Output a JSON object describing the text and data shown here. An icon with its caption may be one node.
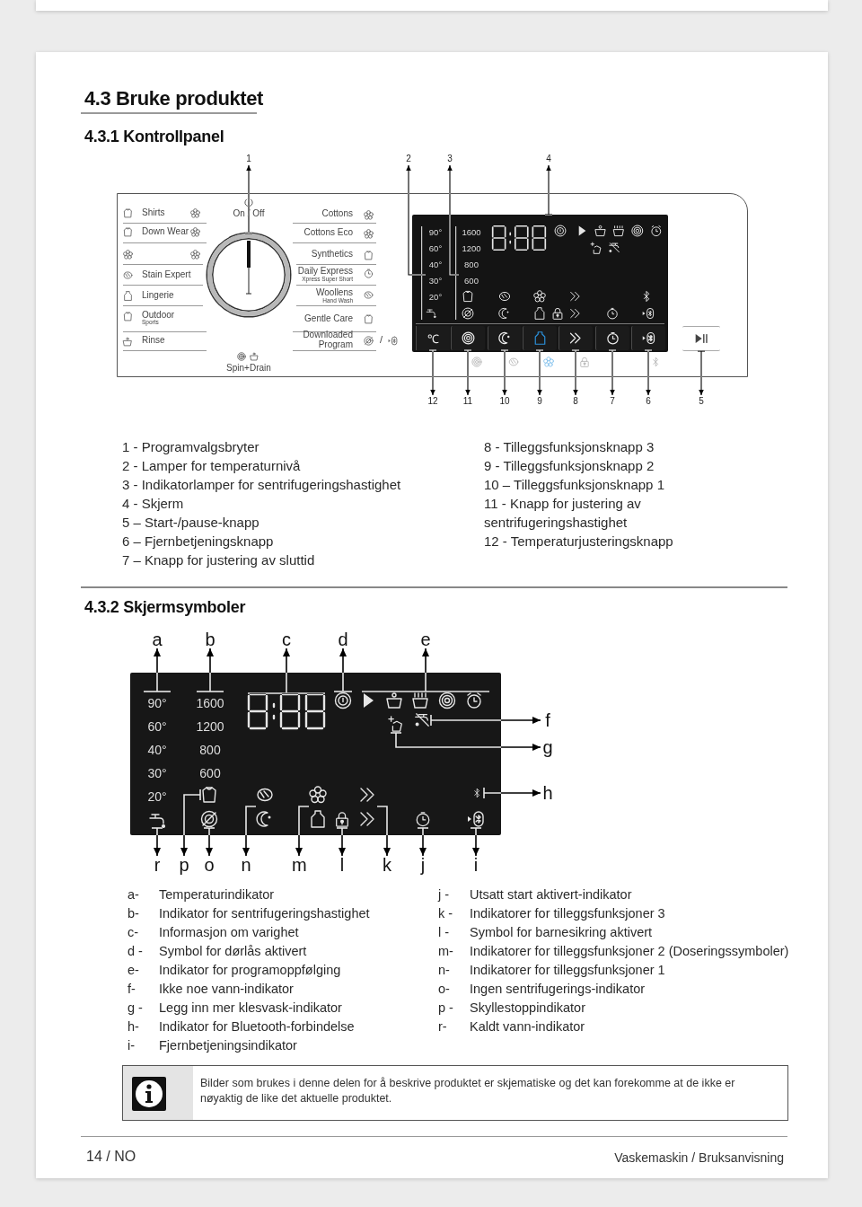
{
  "diagram": {
    "title": "4.3 Bruke produktet",
    "nodes": [
      {
        "text": [
          "1"
        ]
      },
      {
        "text": [
          "2"
        ]
      },
      {
        "text": [
          "3"
        ]
      },
      {
        "text": [
          "4"
        ]
      },
      {
        "text": [],
        "shape": "circle"
      },
      {
        "text": [],
        "shape": "box"
      },
      {
        "text": [
          "90°",
          "60°",
          "40°",
          "30°",
          "20°"
        ],
        "in": 5
      },
      {
        "text": [
          "1600",
          "1200",
          "800",
          "600"
        ],
        "in": 5
      },
      {
        "text": [
          "℃"
        ],
        "in": 5
      },
      {
        "text": [],
        "shape": "box",
        "in": 5
      },
      {
        "text": [],
        "shape": "box",
        "in": 5
      },
      {
        "text": [],
        "shape": "box",
        "in": 5
      },
      {
        "text": [],
        "shape": "box",
        "in": 5
      },
      {
        "text": [],
        "shape": "box",
        "in": 5
      },
      {
        "text": [],
        "shape": "box",
        "in": 5
      },
      {
        "text": [],
        "shape": "box"
      },
      {
        "text": [
          "12"
        ]
      },
      {
        "text": [
          "11"
        ]
      },
      {
        "text": [
          "10"
        ]
      },
      {
        "text": [
          "9"
        ]
      },
      {
        "text": [
          "8"
        ]
      },
      {
        "text": [
          "7"
        ]
      },
      {
        "text": [
          "6"
        ]
      },
      {
        "text": [
          "5"
        ]
      },
      {
        "text": [],
        "shape": "box"
      },
      {
        "text": [
          "90°",
          "60°",
          "40°",
          "30°",
          "20°"
        ],
        "in": 24
      },
      {
        "text": [
          "1600",
          "1200",
          "800",
          "600"
        ],
        "in": 24
      },
      {
        "text": [],
        "shape": "box",
        "in": 24
      },
      {
        "text": [],
        "shape": "icon",
        "in": 24
      },
      {
        "text": [],
        "shape": "icon",
        "in": 24
      },
      {
        "text": [],
        "shape": "icon",
        "in": 24
      },
      {
        "text": [],
        "shape": "icon",
        "in": 24
      },
      {
        "text": [],
        "shape": "icon",
        "in": 24
      },
      {
        "text": [],
        "shape": "icon",
        "in": 24
      },
      {
        "text": [],
        "shape": "icon",
        "in": 24
      },
      {
        "text": [],
        "shape": "icon",
        "in": 24
      },
      {
        "text": [],
        "shape": "icon",
        "in": 24
      },
      {
        "text": [],
        "shape": "icon",
        "in": 24
      },
      {
        "text": [],
        "shape": "icon",
        "in": 24
      },
      {
        "text": [],
        "shape": "icon",
        "in": 24
      },
      {
        "text": [],
        "shape": "icon",
        "in": 24
      },
      {
        "text": [],
        "shape": "icon",
        "in": 24
      },
      {
        "text": [
          "a"
        ]
      },
      {
        "text": [
          "b"
        ]
      },
      {
        "text": [
          "c"
        ]
      },
      {
        "text": [
          "d"
        ]
      },
      {
        "text": [
          "e"
        ]
      },
      {
        "text": [
          "f"
        ]
      },
      {
        "text": [
          "g"
        ]
      },
      {
        "text": [
          "h"
        ]
      },
      {
        "text": [
          "r"
        ]
      },
      {
        "text": [
          "p"
        ]
      },
      {
        "text": [
          "o"
        ]
      },
      {
        "text": [
          "n"
        ]
      },
      {
        "text": [
          "m"
        ]
      },
      {
        "text": [
          "l"
        ]
      },
      {
        "text": [
          "k"
        ]
      },
      {
        "text": [
          "j"
        ]
      },
      {
        "text": [
          "i"
        ]
      },
      {
        "text": [
          "Bilder som brukes i denne delen for å beskrive produktet er skjematiske og det kan forekomme at de ikke er nøyaktig de like det aktuelle produktet."
        ]
      }
    ],
    "edges": [
      {
        "from": 4,
        "to": 0,
        "arrow": "to"
      },
      {
        "from": 6,
        "to": 1,
        "arrow": "to"
      },
      {
        "from": 7,
        "to": 2,
        "arrow": "to"
      },
      {
        "from": 5,
        "to": 3,
        "arrow": "to"
      },
      {
        "from": 8,
        "to": 16,
        "arrow": "to"
      },
      {
        "from": 9,
        "to": 17,
        "arrow": "to"
      },
      {
        "from": 10,
        "to": 18,
        "arrow": "to"
      },
      {
        "from": 11,
        "to": 19,
        "arrow": "to"
      },
      {
        "from": 12,
        "to": 20,
        "arrow": "to"
      },
      {
        "from": 13,
        "to": 21,
        "arrow": "to"
      },
      {
        "from": 14,
        "to": 22,
        "arrow": "to"
      },
      {
        "from": 15,
        "to": 23,
        "arrow": "to"
      },
      {
        "from": 25,
        "to": 42,
        "arrow": "to"
      },
      {
        "from": 26,
        "to": 43,
        "arrow": "to"
      },
      {
        "from": 27,
        "to": 44,
        "arrow": "to"
      },
      {
        "from": 28,
        "to": 45,
        "arrow": "to"
      },
      {
        "from": 29,
        "to": 46,
        "arrow": "to"
      },
      {
        "from": 31,
        "to": 47,
        "arrow": "to"
      },
      {
        "from": 30,
        "to": 48,
        "arrow": "to"
      },
      {
        "from": 36,
        "to": 49,
        "arrow": "to"
      },
      {
        "from": 37,
        "to": 50,
        "arrow": "to"
      },
      {
        "from": 32,
        "to": 51,
        "arrow": "to"
      },
      {
        "from": 38,
        "to": 52,
        "arrow": "to"
      },
      {
        "from": 33,
        "to": 53,
        "arrow": "to"
      },
      {
        "from": 34,
        "to": 54,
        "arrow": "to"
      },
      {
        "from": 39,
        "to": 55,
        "arrow": "to"
      },
      {
        "from": 35,
        "to": 56,
        "arrow": "to"
      },
      {
        "from": 40,
        "to": 57,
        "arrow": "to"
      },
      {
        "from": 41,
        "to": 58,
        "arrow": "to"
      }
    ],
    "labels": [
      "4.3.1 Kontrollpanel",
      "Shirts",
      "Down Wear",
      "On / Off",
      "Cottons",
      "Cottons Eco",
      "Synthetics",
      "Stain Expert",
      "Daily Express",
      "Xpress Super Short",
      "Lingerie",
      "Woollens",
      "Hand Wash",
      "Outdoor",
      "Sports",
      "Gentle Care",
      "Rinse",
      "Downloaded Program",
      "Spin+Drain",
      "/",
      "1 - Programvalgsbryter",
      "2 - Lamper for temperaturnivå",
      "3 - Indikatorlamper for sentrifugeringshastighet",
      "4 - Skjerm",
      "5 – Start-/pause-knapp",
      "6 – Fjernbetjeningsknapp",
      "7 – Knapp for justering av sluttid",
      "8 - Tilleggsfunksjonsknapp 3",
      "9 - Tilleggsfunksjonsknapp 2",
      "10 – Tilleggsfunksjonsknapp 1",
      "11 - Knapp for justering av sentrifugeringshastighet",
      "12 - Temperaturjusteringsknapp",
      "4.3.2 Skjermsymboler",
      "a-",
      "Temperaturindikator",
      "b-",
      "Indikator for sentrifugeringshastighet",
      "c-",
      "Informasjon om varighet",
      "d -",
      "Symbol for dørlås aktivert",
      "e-",
      "Indikator for programoppfølging",
      "f-",
      "Ikke noe vann-indikator",
      "g -",
      "Legg inn mer klesvask-indikator",
      "h-",
      "Indikator for Bluetooth-forbindelse",
      "i-",
      "Fjernbetjeningsindikator",
      "j -",
      "Utsatt start aktivert-indikator",
      "k -",
      "Indikatorer for tilleggsfunksjoner 3",
      "l -",
      "Symbol for barnesikring aktivert",
      "m-",
      "Indikatorer for tilleggsfunksjoner 2 (Doseringssymboler)",
      "n-",
      "Indikatorer for tilleggsfunksjoner 1",
      "o-",
      "Ingen sentrifugerings-indikator",
      "p -",
      "Skyllestoppindikator",
      "r-",
      "Kaldt vann-indikator",
      "14 / NO",
      "Vaskemaskin / Bruksanvisning"
    ]
  }
}
